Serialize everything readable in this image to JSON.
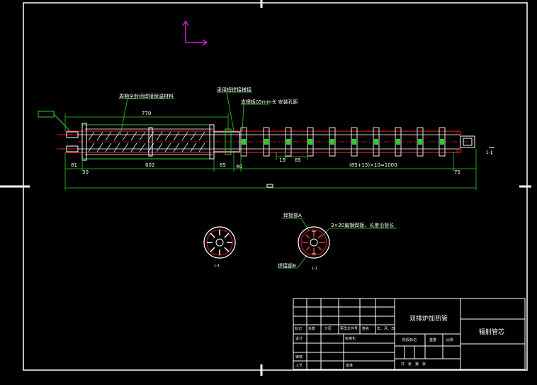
{
  "drawing": {
    "dimensions": {
      "d770": "770",
      "d81": "81",
      "d30": "30",
      "d602": "602",
      "d85a": "85",
      "d40": "40",
      "d15": "15",
      "d85b": "85",
      "dsum": "(85+15)×10=1000",
      "d75": "75"
    },
    "annotations": {
      "left_note": "周期全封闭焊接保温材料",
      "mid_note1": "采用短焊接搭接",
      "mid_note2": "支撑板δ5mm长 安装孔距",
      "side_label": "1-1",
      "sec_note1": "焊接部A",
      "sec_note2": "3×20扁钢焊接、长度沿管长",
      "sec_note3": "焊接部B",
      "sec_caption_left": "1-1",
      "sec_caption_right": "1-1"
    },
    "title_block": {
      "name": "双排炉加热管",
      "right_title": "辐射管芯",
      "r1": [
        "标记",
        "处数",
        "分区",
        "更改文件号",
        "签名",
        "年、月、日"
      ],
      "design": "设计",
      "std": "标准化",
      "stage": "阶段标记",
      "weight": "重量",
      "scale": "比例",
      "review": "审核",
      "process": "工艺",
      "approve": "批准",
      "sheets": "共　张　第　张"
    }
  }
}
